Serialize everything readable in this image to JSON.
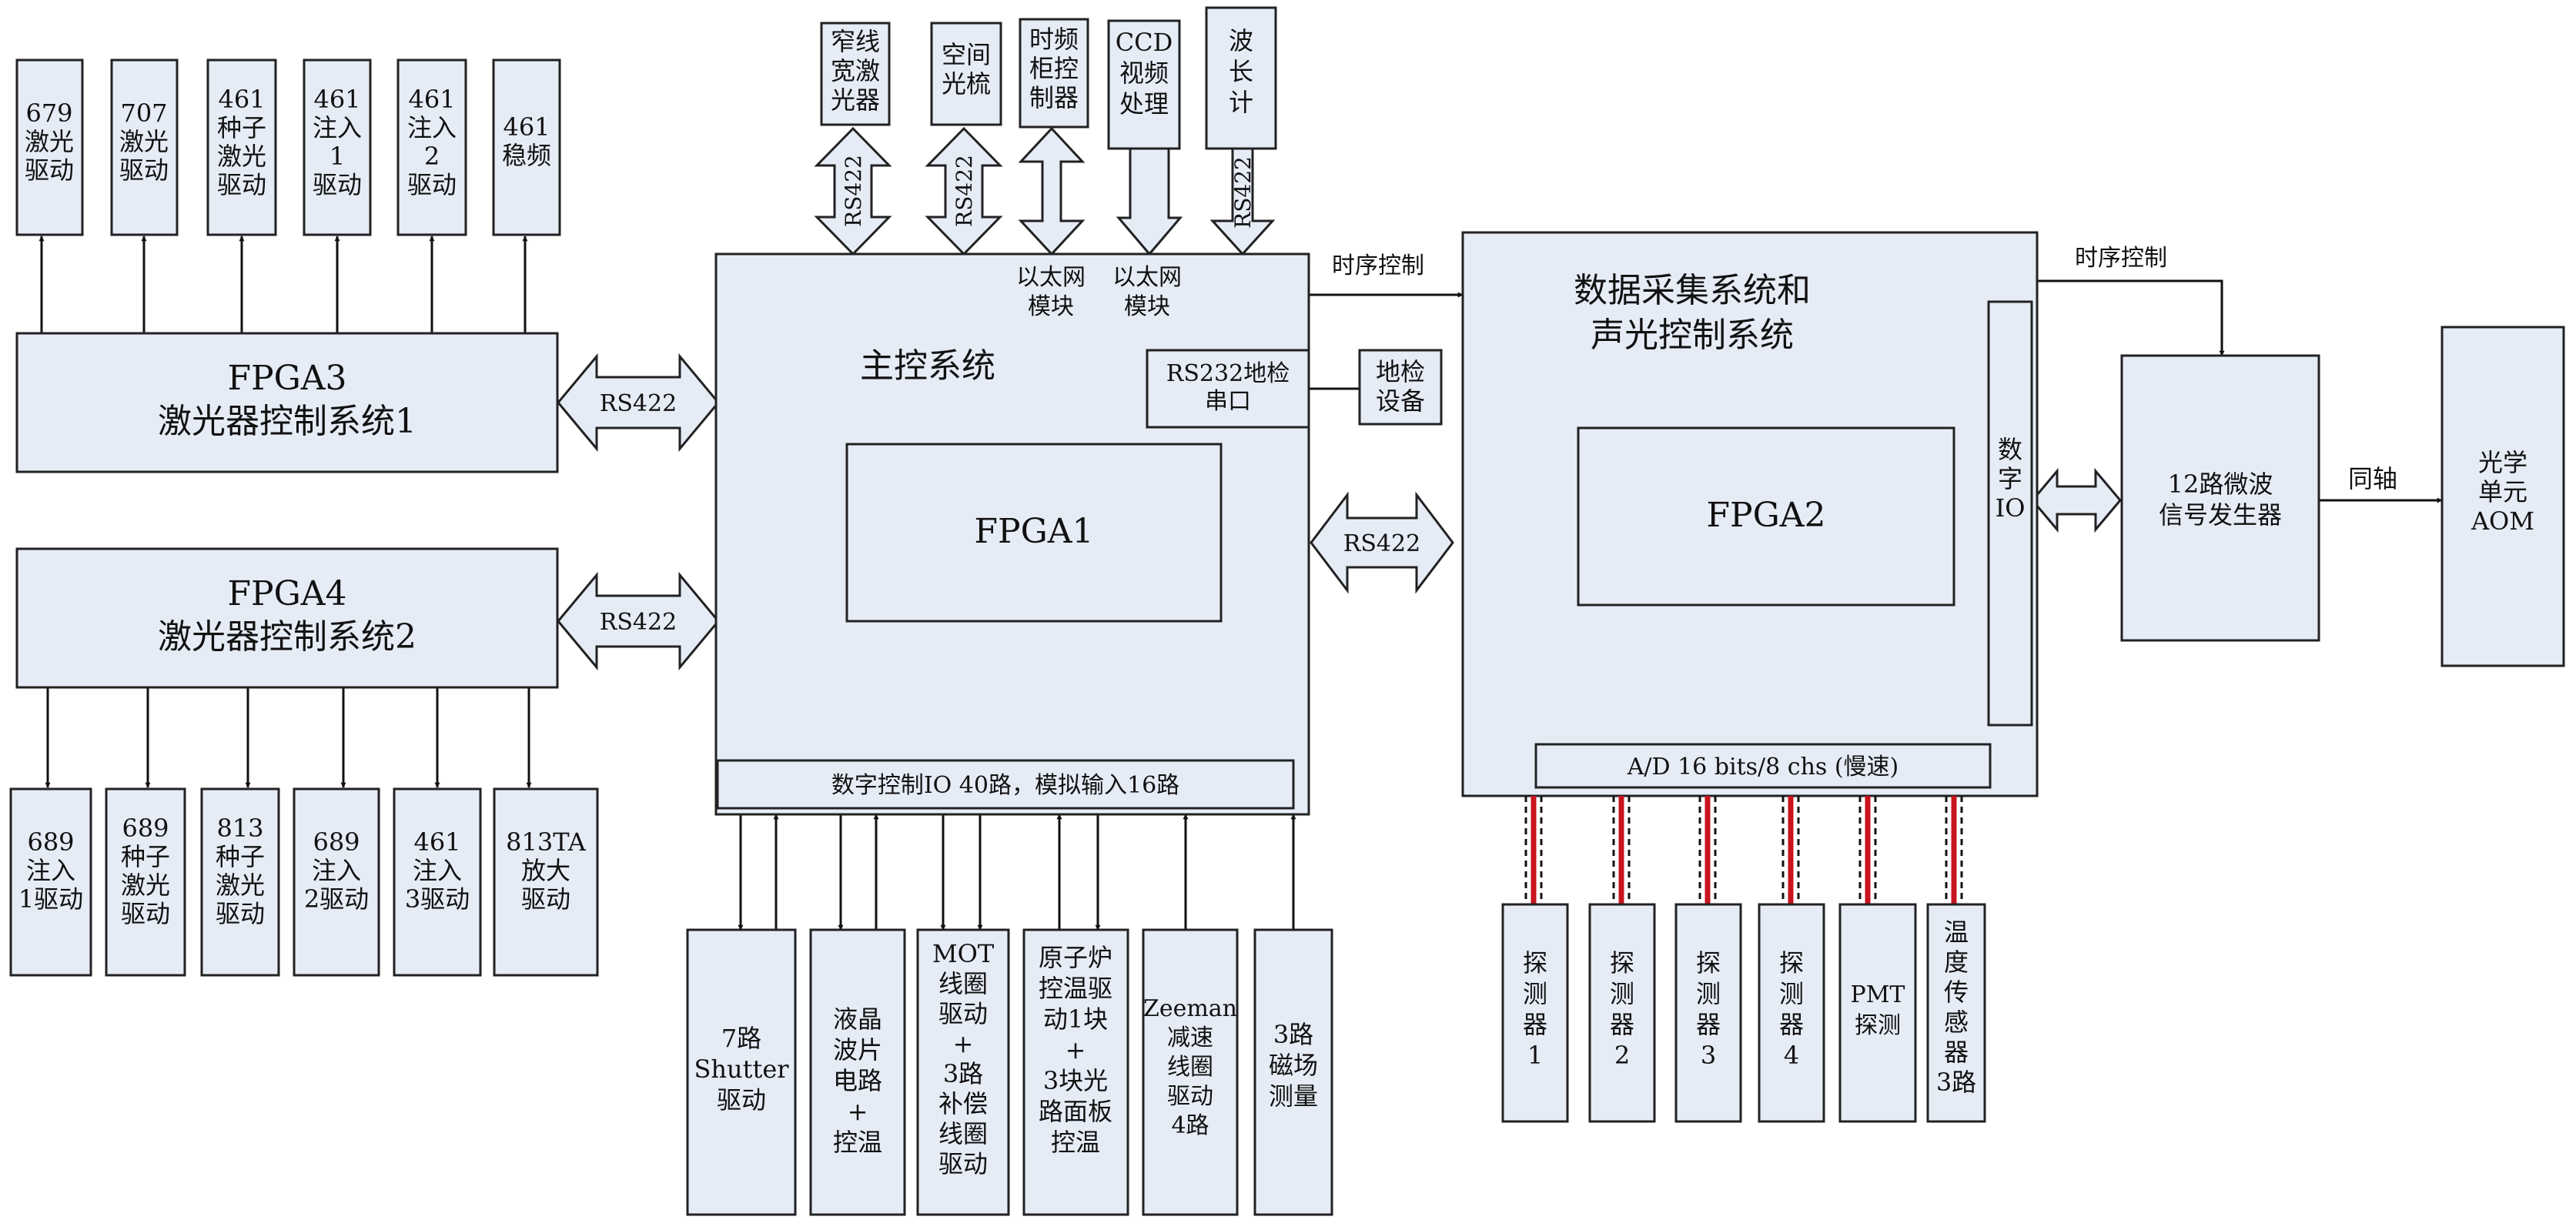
{
  "lasers_top": {
    "b679": [
      "679",
      "激光",
      "驱动"
    ],
    "b707": [
      "707",
      "激光",
      "驱动"
    ],
    "b461seed": [
      "461",
      "种子",
      "激光",
      "驱动"
    ],
    "b461inj1": [
      "461",
      "注入",
      "1",
      "驱动"
    ],
    "b461inj2": [
      "461",
      "注入",
      "2",
      "驱动"
    ],
    "b461stab": [
      "461",
      "稳频"
    ]
  },
  "fpga3": [
    "FPGA3",
    "激光器控制系统1"
  ],
  "fpga4": [
    "FPGA4",
    "激光器控制系统2"
  ],
  "lasers_bottom": {
    "b689inj1": [
      "689",
      "注入",
      "1驱动"
    ],
    "b689seed": [
      "689",
      "种子",
      "激光",
      "驱动"
    ],
    "b813seed": [
      "813",
      "种子",
      "激光",
      "驱动"
    ],
    "b689inj2": [
      "689",
      "注入",
      "2驱动"
    ],
    "b461inj3": [
      "461",
      "注入",
      "3驱动"
    ],
    "b813ta": [
      "813TA",
      "放大",
      "驱动"
    ]
  },
  "rs422": "RS422",
  "top_modules": {
    "narrow": [
      "窄线",
      "宽激",
      "光器"
    ],
    "comb": [
      "空间",
      "光梳"
    ],
    "clock": [
      "时频",
      "柜控",
      "制器"
    ],
    "ccd": [
      "CCD",
      "视频",
      "处理"
    ],
    "wavemeter": [
      "波",
      "长",
      "计"
    ]
  },
  "ethernet": [
    "以太网",
    "模块"
  ],
  "timing_control": "时序控制",
  "main": {
    "title": "主控系统",
    "fpga": "FPGA1",
    "rs232": [
      "RS232地检",
      "串口"
    ],
    "ground": [
      "地检",
      "设备"
    ],
    "io": "数字控制IO 40路，模拟输入16路"
  },
  "bottom_modules": {
    "shutter": [
      "7路",
      "Shutter",
      "驱动"
    ],
    "lc": [
      "液晶",
      "波片",
      "电路",
      "+",
      "控温"
    ],
    "mot": [
      "MOT",
      "线圈",
      "驱动",
      "+",
      "3路",
      "补偿",
      "线圈",
      "驱动"
    ],
    "oven": [
      "原子炉",
      "控温驱",
      "动1块",
      "+",
      "3块光",
      "路面板",
      "控温"
    ],
    "zeeman": [
      "Zeeman",
      "减速",
      "线圈",
      "驱动",
      "4路"
    ],
    "field": [
      "3路",
      "磁场",
      "测量"
    ]
  },
  "daq": {
    "title": [
      "数据采集系统和",
      "声光控制系统"
    ],
    "fpga": "FPGA2",
    "dio": [
      "数",
      "字",
      "IO"
    ],
    "adc": "A/D 16 bits/8 chs (慢速)"
  },
  "detectors": {
    "d1": [
      "探",
      "测",
      "器",
      "1"
    ],
    "d2": [
      "探",
      "测",
      "器",
      "2"
    ],
    "d3": [
      "探",
      "测",
      "器",
      "3"
    ],
    "d4": [
      "探",
      "测",
      "器",
      "4"
    ],
    "pmt": [
      "PMT",
      "探测"
    ],
    "temp": [
      "温",
      "度",
      "传",
      "感",
      "器",
      "3路"
    ]
  },
  "microwave": [
    "12路微波",
    "信号发生器"
  ],
  "coax": "同轴",
  "aom": [
    "光学",
    "单元",
    "AOM"
  ],
  "colors": {
    "box_fill": "#e6ecf6",
    "stroke": "#222222",
    "cable": "#c8141e"
  }
}
